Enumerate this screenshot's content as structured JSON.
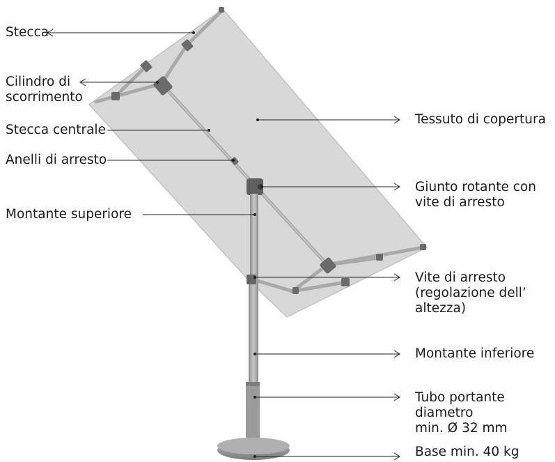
{
  "labels": {
    "stecca": "Stecca",
    "cilindro": [
      "Cilindro di",
      "scorrimento"
    ],
    "stecca_centrale": "Stecca centrale",
    "anelli": "Anelli di arresto",
    "montante_superiore": "Montante superiore",
    "tessuto": "Tessuto di copertura",
    "giunto": [
      "Giunto rotante con",
      "vite di arresto"
    ],
    "vite": [
      "Vite di arresto",
      "(regolazione dell’",
      "altezza)"
    ],
    "montante_inferiore": "Montante inferiore",
    "tubo": [
      "Tubo portante",
      "diametro",
      "min. Ø 32 mm"
    ],
    "base": "Base min. 40 kg"
  },
  "colors": {
    "canopy": "#d6d6d6",
    "canopy_edge": "#bdbdbd",
    "pole": "#aeaeae",
    "joint": "#6e6e6e",
    "base": "#9a9a9a",
    "leader": "#222222"
  }
}
